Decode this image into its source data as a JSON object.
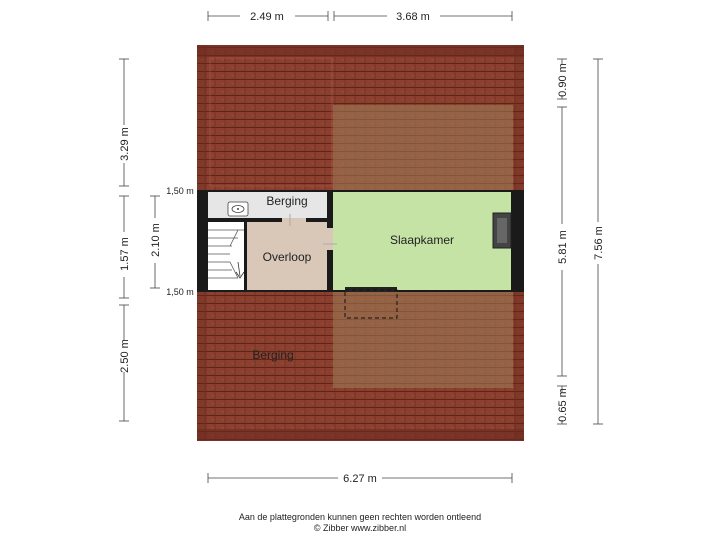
{
  "dimensions": {
    "top_left": "2.49 m",
    "top_right": "3.68 m",
    "bottom": "6.27 m",
    "left_top": "3.29 m",
    "left_middle": "1.57 m",
    "left_bottom": "2.50 m",
    "inner_height": "2.10 m",
    "wall_height_top": "1,50 m",
    "wall_height_bottom": "1,50 m",
    "right_top": "0.90 m",
    "right_middle": "5.81 m",
    "right_bottom": "0.65 m",
    "right_total": "7.56 m"
  },
  "rooms": {
    "berging_top": "Berging",
    "overloop": "Overloop",
    "slaapkamer": "Slaapkamer",
    "berging_bottom": "Berging"
  },
  "footer": {
    "disclaimer": "Aan de plattegronden kunnen geen rechten worden ontleend",
    "copyright": "© Zibber www.zibber.nl"
  },
  "colors": {
    "roof": "#8b3f2f",
    "roof_shade": "#9c7650",
    "slaapkamer": "#c6e3a6",
    "overloop": "#d9c8b8",
    "berging": "#e6e6e6",
    "wall": "#1a1a1a"
  }
}
